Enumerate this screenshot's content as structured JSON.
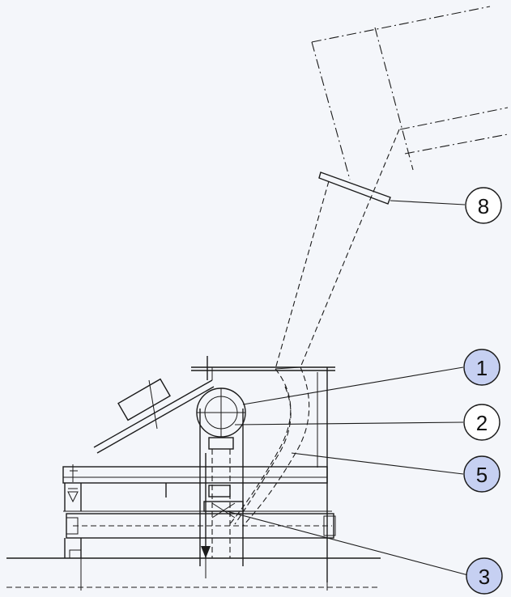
{
  "callouts": [
    {
      "id": "c8",
      "label": "8",
      "highlighted": false
    },
    {
      "id": "c1",
      "label": "1",
      "highlighted": true
    },
    {
      "id": "c2",
      "label": "2",
      "highlighted": false
    },
    {
      "id": "c5",
      "label": "5",
      "highlighted": true
    },
    {
      "id": "c3",
      "label": "3",
      "highlighted": true
    }
  ],
  "colors": {
    "background": "#f4f6fa",
    "line": "#1b1b1b",
    "callout_fill_highlighted": "#c6d0f2",
    "callout_fill_plain": "#ffffff"
  }
}
